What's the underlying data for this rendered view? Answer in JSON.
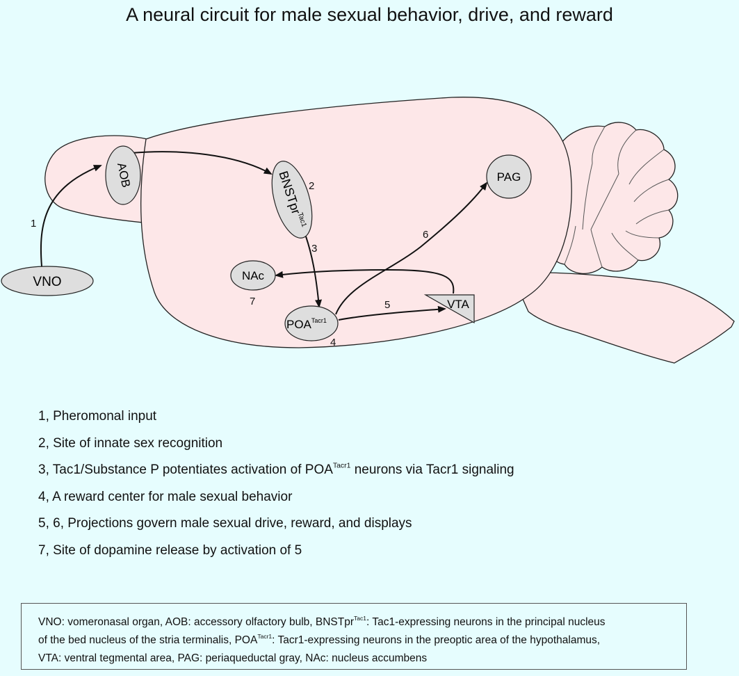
{
  "title": "A neural circuit for male sexual behavior, drive, and reward",
  "regions": {
    "vno": "VNO",
    "aob": "AOB",
    "bnst": {
      "base": "BNSTpr",
      "sup": "Tac1"
    },
    "pag": "PAG",
    "nac": "NAc",
    "poa": {
      "base": "POA",
      "sup": "Tacr1"
    },
    "vta": "VTA"
  },
  "step_labels": [
    "1",
    "2",
    "3",
    "4",
    "5",
    "6",
    "7"
  ],
  "legend": [
    {
      "text": "1, Pheromonal input"
    },
    {
      "text": "2, Site of innate sex recognition"
    },
    {
      "pre": "3, Tac1/Substance P potentiates activation of POA",
      "sup": "Tacr1",
      "post": " neurons via Tacr1 signaling"
    },
    {
      "text": "4, A reward center for male sexual behavior"
    },
    {
      "text": "5, 6, Projections govern male sexual drive, reward, and displays"
    },
    {
      "text": "7, Site of dopamine release by activation of 5"
    }
  ],
  "abbreviations": {
    "line1_pre": "VNO: vomeronasal organ,  AOB: accessory olfactory bulb,  BNSTpr",
    "line1_sup": "Tac1",
    "line1_post": ": Tac1-expressing neurons in the principal nucleus",
    "line2_pre": "of the bed nucleus of the stria terminalis,  POA",
    "line2_sup": "Tacr1",
    "line2_post": ": Tacr1-expressing neurons in the preoptic area of the hypothalamus,",
    "line3": "VTA: ventral tegmental area,  PAG: periaqueductal gray,  NAc: nucleus accumbens"
  },
  "colors": {
    "background": "#e6fdfe",
    "brain_fill": "#fde7e8",
    "region_fill": "#dedede",
    "outline": "#222222"
  }
}
